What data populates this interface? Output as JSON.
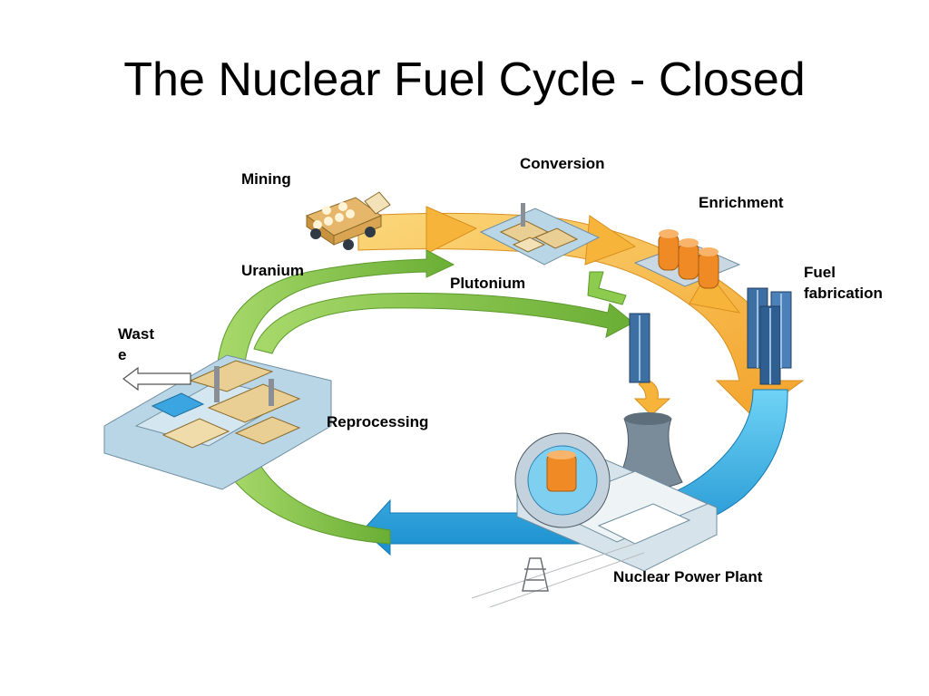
{
  "slide": {
    "title": "The Nuclear Fuel Cycle - Closed"
  },
  "labels": {
    "mining": "Mining",
    "conversion": "Conversion",
    "enrichment": "Enrichment",
    "fuel_fabrication_line1": "Fuel",
    "fuel_fabrication_line2": "fabrication",
    "uranium": "Uranium",
    "plutonium": "Plutonium",
    "waste_line1": "Wast",
    "waste_line2": "e",
    "reprocessing": "Reprocessing",
    "nuclear_power_plant": "Nuclear Power Plant"
  },
  "colors": {
    "front_end_arrow": "#f6b53a",
    "power_arrow": "#2aa9df",
    "recycle_arrow": "#7cbf3f",
    "facility_base": "#b9d6e6",
    "building": "#e9cf94",
    "reactor_core": "#f08a24"
  }
}
